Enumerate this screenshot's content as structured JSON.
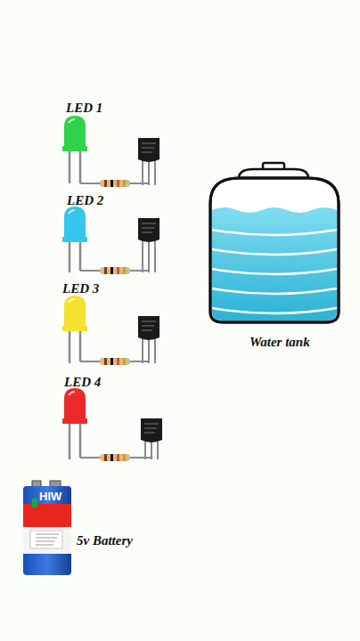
{
  "diagram": {
    "labels": [
      "LED 1",
      "LED 2",
      "LED 3",
      "LED 4",
      "Water tank",
      "HIW",
      "5v Battery"
    ]
  }
}
